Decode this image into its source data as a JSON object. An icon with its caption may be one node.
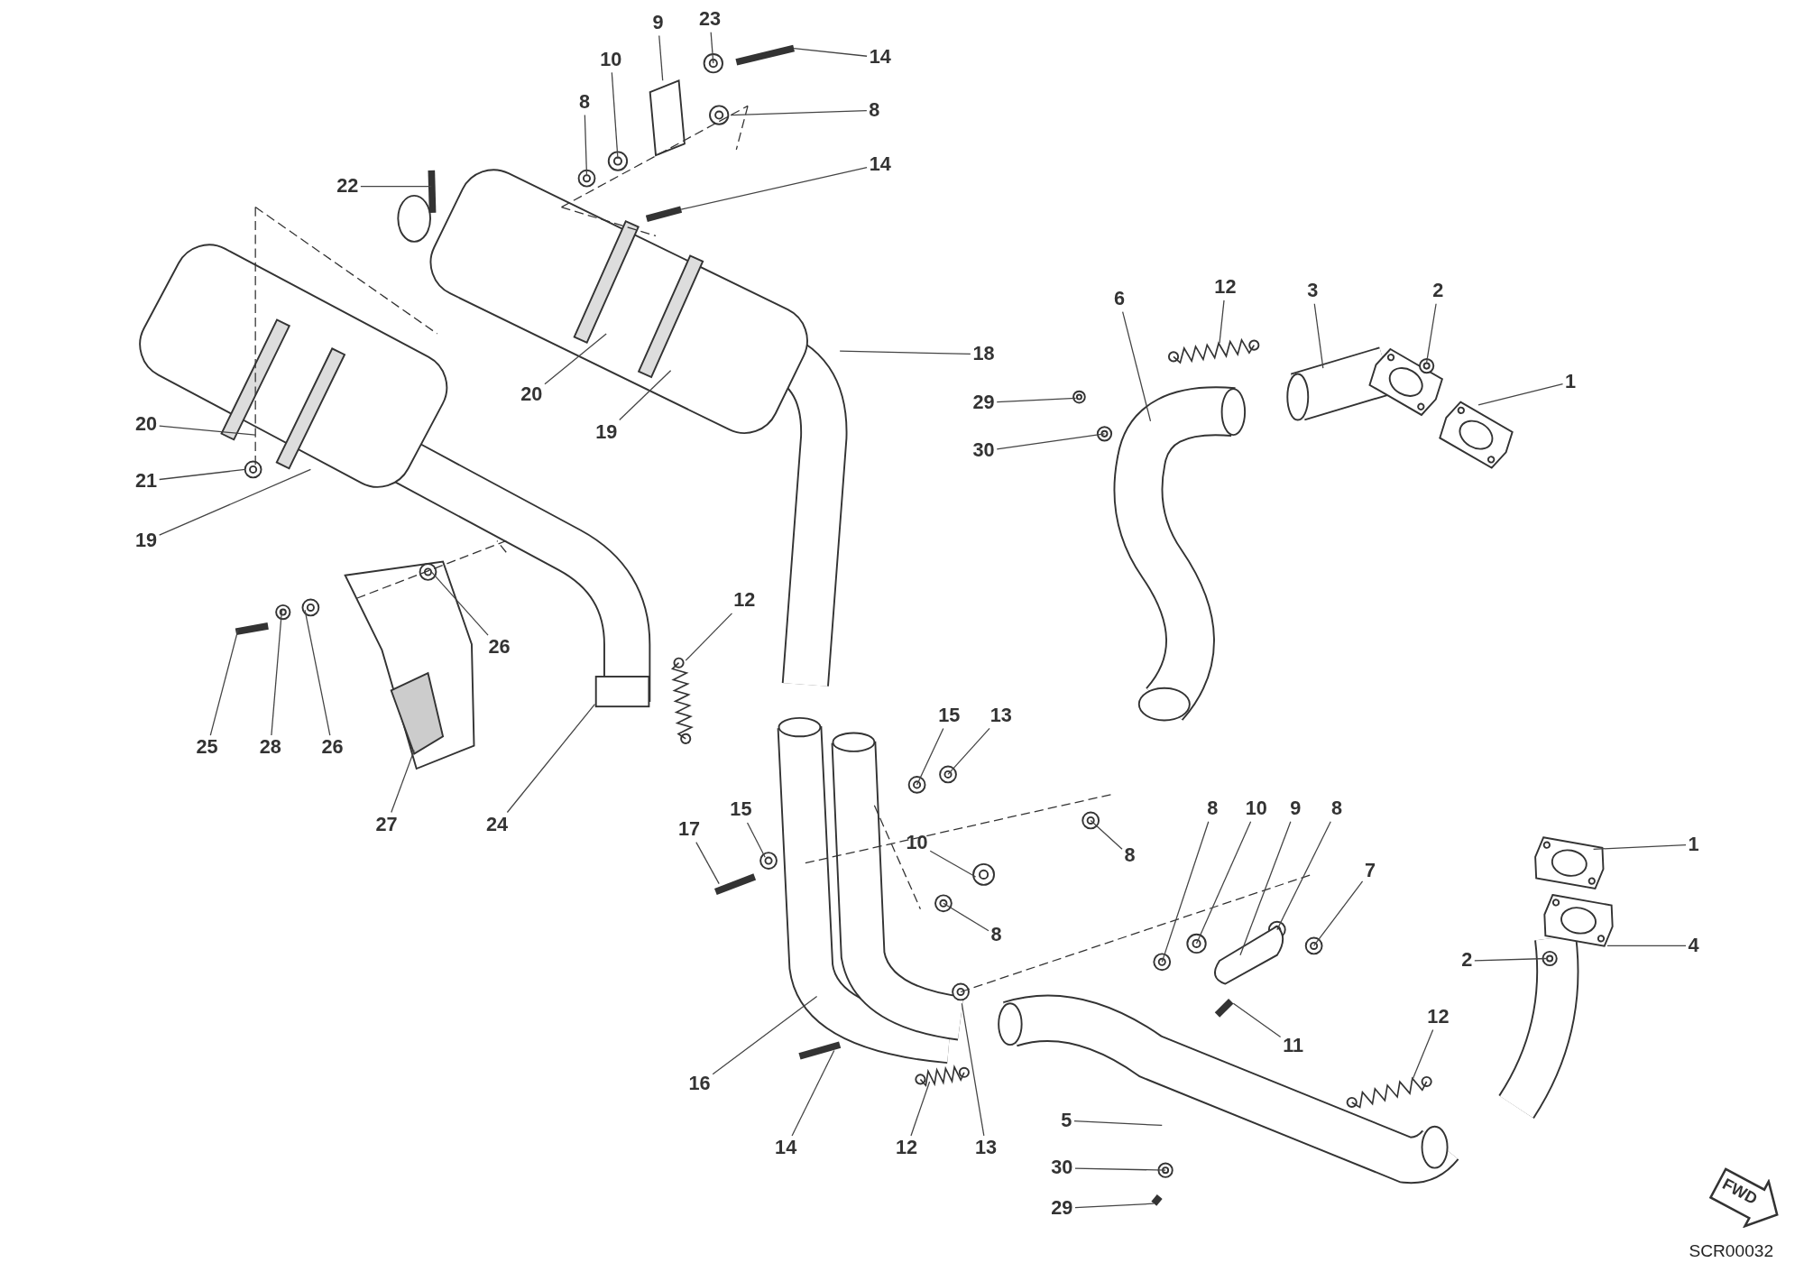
{
  "diagram": {
    "nodes": [
      {
        "text": [
          "9"
        ]
      },
      {
        "text": [
          "23"
        ]
      },
      {
        "text": [
          "14"
        ]
      },
      {
        "text": [
          "10"
        ]
      },
      {
        "text": [
          "8"
        ]
      },
      {
        "text": [
          "8"
        ]
      },
      {
        "text": [
          "14"
        ]
      },
      {
        "text": [
          "22"
        ]
      },
      {
        "text": [
          "12"
        ]
      },
      {
        "text": [
          "6"
        ]
      },
      {
        "text": [
          "3"
        ]
      },
      {
        "text": [
          "2"
        ]
      },
      {
        "text": [
          "18"
        ]
      },
      {
        "text": [
          "1"
        ]
      },
      {
        "text": [
          "20"
        ]
      },
      {
        "text": [
          "29"
        ]
      },
      {
        "text": [
          "20"
        ]
      },
      {
        "text": [
          "19"
        ]
      },
      {
        "text": [
          "30"
        ]
      },
      {
        "text": [
          "21"
        ]
      },
      {
        "text": [
          "19"
        ]
      },
      {
        "text": [
          "12"
        ]
      },
      {
        "text": [
          "26"
        ]
      },
      {
        "text": [
          "15"
        ]
      },
      {
        "text": [
          "13"
        ]
      },
      {
        "text": [
          "25"
        ]
      },
      {
        "text": [
          "28"
        ]
      },
      {
        "text": [
          "26"
        ]
      },
      {
        "text": [
          "15"
        ]
      },
      {
        "text": [
          "8"
        ]
      },
      {
        "text": [
          "10"
        ]
      },
      {
        "text": [
          "9"
        ]
      },
      {
        "text": [
          "8"
        ]
      },
      {
        "text": [
          "27"
        ]
      },
      {
        "text": [
          "24"
        ]
      },
      {
        "text": [
          "17"
        ]
      },
      {
        "text": [
          "10"
        ]
      },
      {
        "text": [
          "1"
        ]
      },
      {
        "text": [
          "8"
        ]
      },
      {
        "text": [
          "7"
        ]
      },
      {
        "text": [
          "8"
        ]
      },
      {
        "text": [
          "4"
        ]
      },
      {
        "text": [
          "2"
        ]
      },
      {
        "text": [
          "12"
        ]
      },
      {
        "text": [
          "11"
        ]
      },
      {
        "text": [
          "16"
        ]
      },
      {
        "text": [
          "5"
        ]
      },
      {
        "text": [
          "14"
        ]
      },
      {
        "text": [
          "12"
        ]
      },
      {
        "text": [
          "13"
        ]
      },
      {
        "text": [
          "30"
        ]
      },
      {
        "text": [
          "29"
        ]
      },
      {
        "text": [
          "FWD"
        ]
      }
    ],
    "edges": [
      {
        "from": 0,
        "to": null,
        "arrow": "none"
      },
      {
        "from": 1,
        "to": null,
        "arrow": "none"
      },
      {
        "from": 2,
        "to": null,
        "arrow": "none"
      },
      {
        "from": 3,
        "to": null,
        "arrow": "none"
      },
      {
        "from": 4,
        "to": null,
        "arrow": "none"
      },
      {
        "from": 5,
        "to": null,
        "arrow": "none"
      },
      {
        "from": 6,
        "to": null,
        "arrow": "none"
      },
      {
        "from": 7,
        "to": null,
        "arrow": "none"
      },
      {
        "from": 8,
        "to": null,
        "arrow": "none"
      },
      {
        "from": 9,
        "to": null,
        "arrow": "none"
      },
      {
        "from": 10,
        "to": null,
        "arrow": "none"
      },
      {
        "from": 11,
        "to": null,
        "arrow": "none"
      },
      {
        "from": 12,
        "to": null,
        "arrow": "none"
      },
      {
        "from": 13,
        "to": null,
        "arrow": "none"
      },
      {
        "from": 14,
        "to": null,
        "arrow": "none"
      },
      {
        "from": 15,
        "to": null,
        "arrow": "none"
      },
      {
        "from": 16,
        "to": null,
        "arrow": "none"
      },
      {
        "from": 17,
        "to": null,
        "arrow": "none"
      },
      {
        "from": 18,
        "to": null,
        "arrow": "none"
      },
      {
        "from": 19,
        "to": null,
        "arrow": "none"
      },
      {
        "from": 20,
        "to": null,
        "arrow": "none"
      },
      {
        "from": 21,
        "to": null,
        "arrow": "none"
      },
      {
        "from": 22,
        "to": null,
        "arrow": "none"
      },
      {
        "from": 23,
        "to": null,
        "arrow": "none"
      },
      {
        "from": 24,
        "to": null,
        "arrow": "none"
      },
      {
        "from": 25,
        "to": null,
        "arrow": "none"
      },
      {
        "from": 26,
        "to": null,
        "arrow": "none"
      },
      {
        "from": 27,
        "to": null,
        "arrow": "none"
      },
      {
        "from": 28,
        "to": null,
        "arrow": "none"
      },
      {
        "from": 29,
        "to": null,
        "arrow": "none"
      },
      {
        "from": 30,
        "to": null,
        "arrow": "none"
      },
      {
        "from": 31,
        "to": null,
        "arrow": "none"
      },
      {
        "from": 32,
        "to": null,
        "arrow": "none"
      },
      {
        "from": 33,
        "to": null,
        "arrow": "none"
      },
      {
        "from": 34,
        "to": null,
        "arrow": "none"
      },
      {
        "from": 35,
        "to": null,
        "arrow": "none"
      },
      {
        "from": 36,
        "to": null,
        "arrow": "none"
      },
      {
        "from": 37,
        "to": null,
        "arrow": "none"
      },
      {
        "from": 38,
        "to": null,
        "arrow": "none"
      },
      {
        "from": 39,
        "to": null,
        "arrow": "none"
      },
      {
        "from": 40,
        "to": null,
        "arrow": "none"
      },
      {
        "from": 41,
        "to": null,
        "arrow": "none"
      },
      {
        "from": 42,
        "to": null,
        "arrow": "none"
      },
      {
        "from": 43,
        "to": null,
        "arrow": "none"
      },
      {
        "from": 44,
        "to": null,
        "arrow": "none"
      },
      {
        "from": 45,
        "to": null,
        "arrow": "none"
      },
      {
        "from": 46,
        "to": null,
        "arrow": "none"
      },
      {
        "from": 47,
        "to": null,
        "arrow": "none"
      },
      {
        "from": 48,
        "to": null,
        "arrow": "none"
      },
      {
        "from": 49,
        "to": null,
        "arrow": "none"
      },
      {
        "from": 50,
        "to": null,
        "arrow": "none"
      },
      {
        "from": 51,
        "to": null,
        "arrow": "none"
      }
    ],
    "labels": [
      "SCR00032"
    ]
  }
}
